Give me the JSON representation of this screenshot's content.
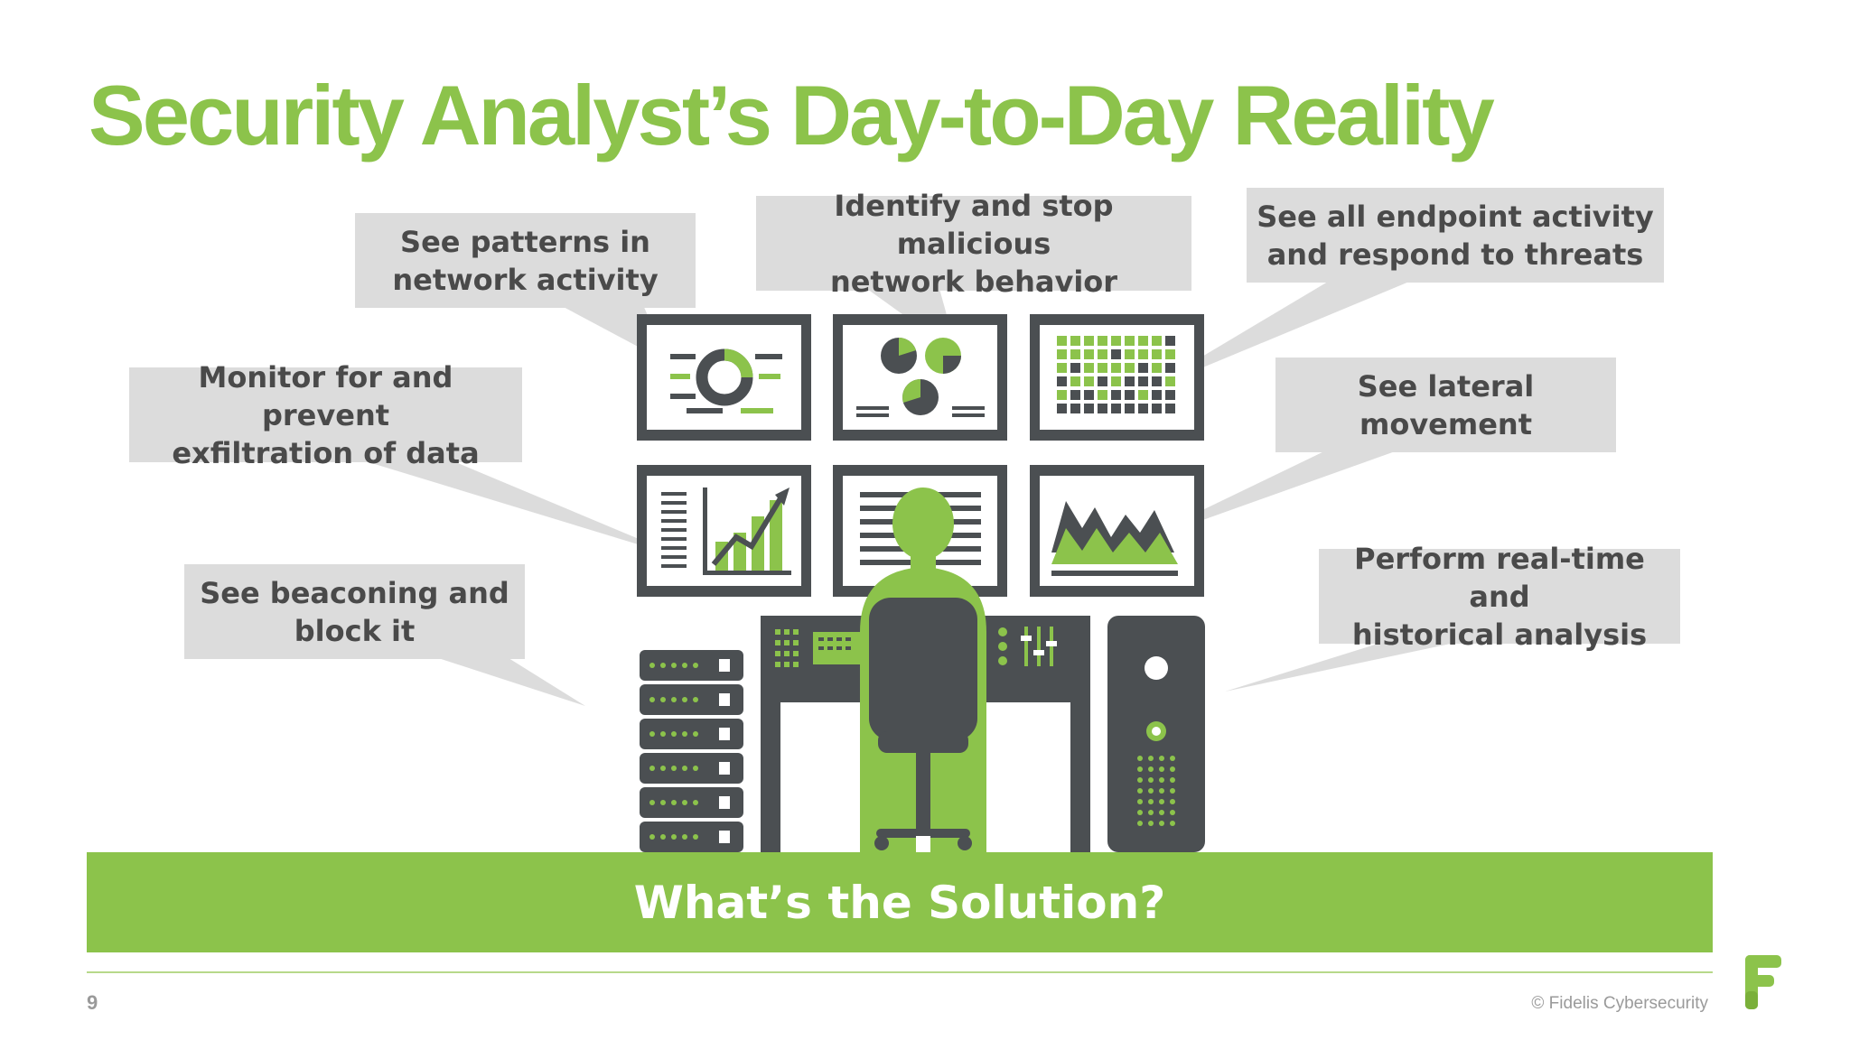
{
  "slide": {
    "title": "Security Analyst’s Day-to-Day Reality",
    "page_number": "9",
    "copyright": "© Fidelis Cybersecurity"
  },
  "callouts": {
    "patterns": "See patterns in\nnetwork activity",
    "malicious": "Identify and stop malicious\nnetwork behavior",
    "endpoint": "See all endpoint activity\nand respond to threats",
    "exfiltration": "Monitor for and prevent\nexfiltration of data",
    "lateral": "See lateral\nmovement",
    "beaconing": "See beaconing and\nblock it",
    "analysis": "Perform real-time and\nhistorical analysis"
  },
  "banner": {
    "text": "What’s the Solution?"
  },
  "colors": {
    "brand_green": "#8cc34b",
    "dark_gray": "#4b4f52",
    "callout_bg": "#dcdcdc",
    "callout_text": "#4a4a4a"
  },
  "icons": {
    "logo": "fidelis-f-logo"
  }
}
